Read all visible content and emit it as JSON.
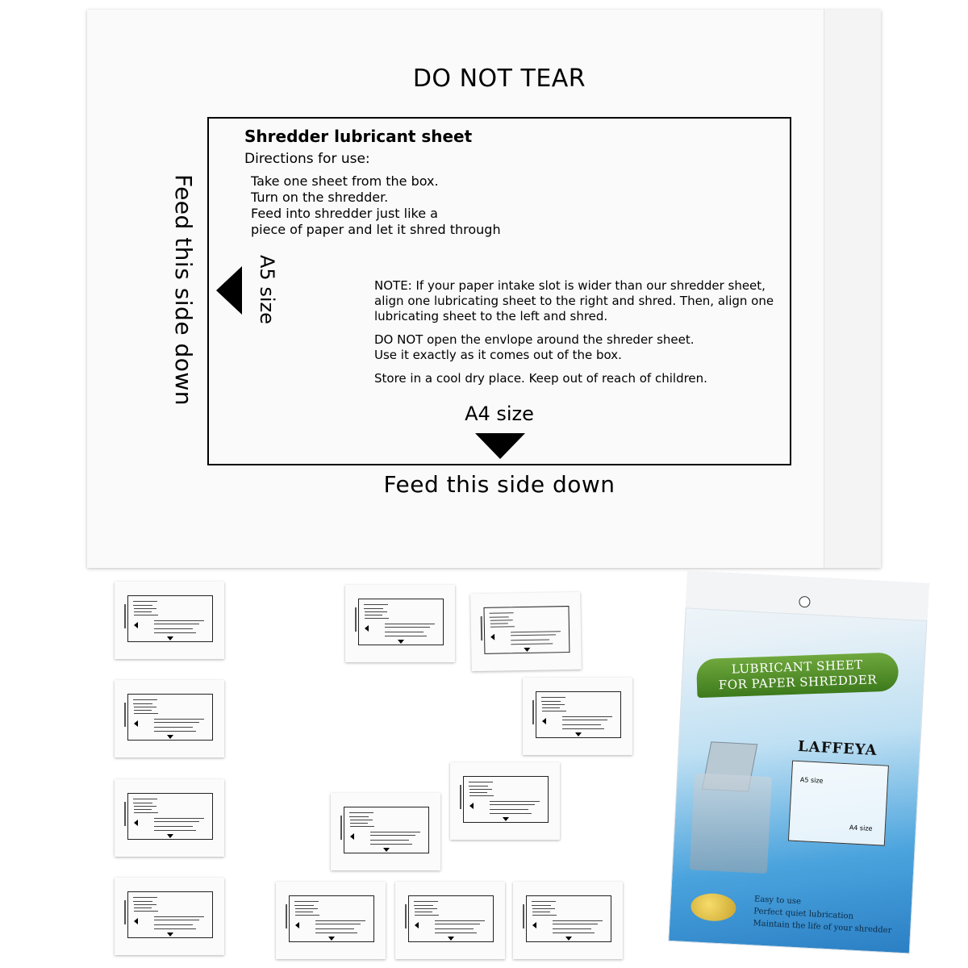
{
  "sheet": {
    "top_label": "DO NOT TEAR",
    "heading": "Shredder lubricant sheet",
    "directions_label": "Directions for use:",
    "directions": [
      "Take one sheet from the box.",
      "Turn on the shredder.",
      "Feed into shredder just like a",
      "piece of paper and let it shred through"
    ],
    "note": "NOTE: If your paper intake slot is wider than our shredder sheet, align one lubricating sheet to the right and shred. Then, align one lubricating sheet to the left and shred.",
    "envelope_note_1": "DO NOT open the envlope around the shreder sheet.",
    "envelope_note_2": "Use it exactly as it comes out of the box.",
    "store_note": "Store in a cool dry place. Keep out of reach of children.",
    "a4_label": "A4 size",
    "a5_label": "A5 size",
    "feed_side_label": "Feed this side down",
    "feed_bottom_label": "Feed this side down"
  },
  "package": {
    "banner_line1": "LUBRICANT SHEET",
    "banner_line2": "FOR PAPER SHREDDER",
    "brand": "LAFFEYA",
    "card_a5": "A5 size",
    "card_a4": "A4 size",
    "features": [
      "Easy to use",
      "Perfect quiet lubrication",
      "Maintain the life of your shredder"
    ]
  },
  "colors": {
    "banner_green": "#5a9a2e",
    "bag_blue": "#2b7fc4"
  }
}
